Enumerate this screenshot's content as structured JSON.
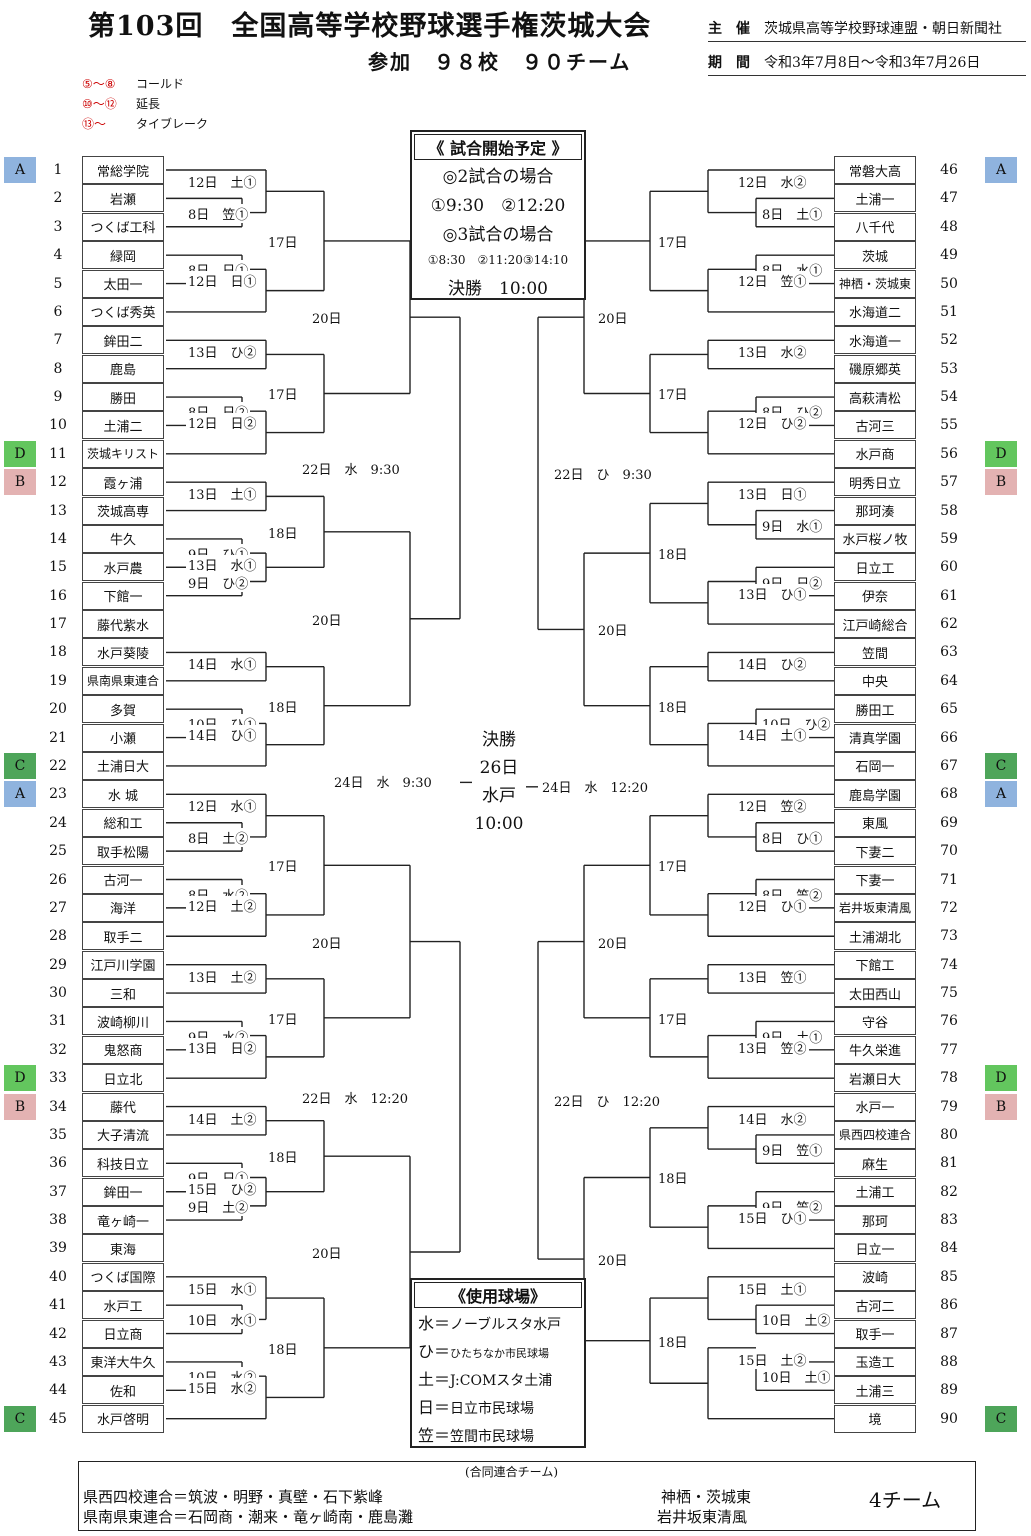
{
  "header": {
    "title": "第103回　全国高等学校野球選手権茨城大会",
    "subtitle": "参加　９８校　９０チーム",
    "organizer_label": "主　催",
    "organizer": "茨城県高等学校野球連盟・朝日新聞社",
    "period_label": "期　間",
    "period": "令和3年7月8日～令和3年7月26日"
  },
  "legend": [
    {
      "mark": "⑤～⑧",
      "text": "コールド"
    },
    {
      "mark": "⑩～⑫",
      "text": "延長"
    },
    {
      "mark": "⑬～",
      "text": "タイブレーク"
    }
  ],
  "schedule": {
    "title": "《 試合開始予定 》",
    "lines": [
      "◎2試合の場合",
      "①9:30　②12:20",
      "◎3試合の場合",
      "①8:30　②11:20③14:10",
      "決勝　10:00"
    ]
  },
  "final": {
    "lines": [
      "決勝",
      "26日",
      "水戸",
      "10:00"
    ]
  },
  "venues": {
    "title": "《使用球場》",
    "items": [
      {
        "key": "水＝",
        "name": "ノーブルスタ水戸"
      },
      {
        "key": "ひ＝",
        "name": "ひたちなか市民球場"
      },
      {
        "key": "土＝",
        "name": "J:COMスタ土浦"
      },
      {
        "key": "日＝",
        "name": "日立市民球場"
      },
      {
        "key": "笠＝",
        "name": "笠間市民球場"
      }
    ]
  },
  "footer": {
    "caption": "(合同連合チーム)",
    "line1": "県西四校連合＝筑波・明野・真壁・石下紫峰",
    "line2": "県南県東連合＝石岡商・潮来・竜ヶ崎南・鹿島灘",
    "right1": "神栖・茨城東",
    "right2": "岩井坂東清風",
    "count": "4チーム"
  },
  "left_teams": [
    {
      "n": "1",
      "name": "常総学院",
      "region": "A"
    },
    {
      "n": "2",
      "name": "岩瀬"
    },
    {
      "n": "3",
      "name": "つくば工科"
    },
    {
      "n": "4",
      "name": "緑岡"
    },
    {
      "n": "5",
      "name": "太田一"
    },
    {
      "n": "6",
      "name": "つくば秀英"
    },
    {
      "n": "7",
      "name": "鉾田二"
    },
    {
      "n": "8",
      "name": "鹿島"
    },
    {
      "n": "9",
      "name": "勝田"
    },
    {
      "n": "10",
      "name": "土浦二"
    },
    {
      "n": "11",
      "name": "茨城キリスト",
      "region": "D"
    },
    {
      "n": "12",
      "name": "霞ヶ浦",
      "region": "B"
    },
    {
      "n": "13",
      "name": "茨城高専"
    },
    {
      "n": "14",
      "name": "牛久"
    },
    {
      "n": "15",
      "name": "水戸農"
    },
    {
      "n": "16",
      "name": "下館一"
    },
    {
      "n": "17",
      "name": "藤代紫水"
    },
    {
      "n": "18",
      "name": "水戸葵陵"
    },
    {
      "n": "19",
      "name": "県南県東連合"
    },
    {
      "n": "20",
      "name": "多賀"
    },
    {
      "n": "21",
      "name": "小瀬"
    },
    {
      "n": "22",
      "name": "土浦日大",
      "region": "C"
    },
    {
      "n": "23",
      "name": "水 城",
      "region": "A"
    },
    {
      "n": "24",
      "name": "総和工"
    },
    {
      "n": "25",
      "name": "取手松陽"
    },
    {
      "n": "26",
      "name": "古河一"
    },
    {
      "n": "27",
      "name": "海洋"
    },
    {
      "n": "28",
      "name": "取手二"
    },
    {
      "n": "29",
      "name": "江戸川学園"
    },
    {
      "n": "30",
      "name": "三和"
    },
    {
      "n": "31",
      "name": "波崎柳川"
    },
    {
      "n": "32",
      "name": "鬼怒商"
    },
    {
      "n": "33",
      "name": "日立北",
      "region": "D"
    },
    {
      "n": "34",
      "name": "藤代",
      "region": "B"
    },
    {
      "n": "35",
      "name": "大子清流"
    },
    {
      "n": "36",
      "name": "科技日立"
    },
    {
      "n": "37",
      "name": "鉾田一"
    },
    {
      "n": "38",
      "name": "竜ヶ崎一"
    },
    {
      "n": "39",
      "name": "東海"
    },
    {
      "n": "40",
      "name": "つくば国際"
    },
    {
      "n": "41",
      "name": "水戸工"
    },
    {
      "n": "42",
      "name": "日立商"
    },
    {
      "n": "43",
      "name": "東洋大牛久"
    },
    {
      "n": "44",
      "name": "佐和"
    },
    {
      "n": "45",
      "name": "水戸啓明",
      "region": "C"
    }
  ],
  "right_teams": [
    {
      "n": "46",
      "name": "常磐大高",
      "region": "A"
    },
    {
      "n": "47",
      "name": "土浦一"
    },
    {
      "n": "48",
      "name": "八千代"
    },
    {
      "n": "49",
      "name": "茨城"
    },
    {
      "n": "50",
      "name": "神栖・茨城東"
    },
    {
      "n": "51",
      "name": "水海道二"
    },
    {
      "n": "52",
      "name": "水海道一"
    },
    {
      "n": "53",
      "name": "磯原郷英"
    },
    {
      "n": "54",
      "name": "高萩清松"
    },
    {
      "n": "55",
      "name": "古河三"
    },
    {
      "n": "56",
      "name": "水戸商",
      "region": "D"
    },
    {
      "n": "57",
      "name": "明秀日立",
      "region": "B"
    },
    {
      "n": "58",
      "name": "那珂湊"
    },
    {
      "n": "59",
      "name": "水戸桜ノ牧"
    },
    {
      "n": "60",
      "name": "日立工"
    },
    {
      "n": "61",
      "name": "伊奈"
    },
    {
      "n": "62",
      "name": "江戸崎総合"
    },
    {
      "n": "63",
      "name": "笠間"
    },
    {
      "n": "64",
      "name": "中央"
    },
    {
      "n": "65",
      "name": "勝田工"
    },
    {
      "n": "66",
      "name": "清真学園"
    },
    {
      "n": "67",
      "name": "石岡一",
      "region": "C"
    },
    {
      "n": "68",
      "name": "鹿島学園",
      "region": "A"
    },
    {
      "n": "69",
      "name": "東風"
    },
    {
      "n": "70",
      "name": "下妻二"
    },
    {
      "n": "71",
      "name": "下妻一"
    },
    {
      "n": "72",
      "name": "岩井坂東清風"
    },
    {
      "n": "73",
      "name": "土浦湖北"
    },
    {
      "n": "74",
      "name": "下館工"
    },
    {
      "n": "75",
      "name": "太田西山"
    },
    {
      "n": "76",
      "name": "守谷"
    },
    {
      "n": "77",
      "name": "牛久栄進"
    },
    {
      "n": "78",
      "name": "岩瀬日大",
      "region": "D"
    },
    {
      "n": "79",
      "name": "水戸一",
      "region": "B"
    },
    {
      "n": "80",
      "name": "県西四校連合"
    },
    {
      "n": "81",
      "name": "麻生"
    },
    {
      "n": "82",
      "name": "土浦工"
    },
    {
      "n": "83",
      "name": "那珂"
    },
    {
      "n": "84",
      "name": "日立一"
    },
    {
      "n": "85",
      "name": "波崎"
    },
    {
      "n": "86",
      "name": "古河二"
    },
    {
      "n": "87",
      "name": "取手一"
    },
    {
      "n": "88",
      "name": "玉造工"
    },
    {
      "n": "89",
      "name": "土浦三"
    },
    {
      "n": "90",
      "name": "境",
      "region": "C"
    }
  ],
  "left_r1": [
    {
      "s": 2,
      "t": 3,
      "label": "8日　笠①"
    },
    {
      "s": 4,
      "t": 5,
      "label": "8日　日①"
    },
    {
      "s": 9,
      "t": 10,
      "label": "8日　日②"
    },
    {
      "s": 14,
      "t": 15,
      "label": "9日　ひ①"
    },
    {
      "s": 15,
      "t": 16,
      "label": "9日　ひ②"
    },
    {
      "s": 20,
      "t": 21,
      "label": "10日　ひ①"
    },
    {
      "s": 24,
      "t": 25,
      "label": "8日　土②"
    },
    {
      "s": 26,
      "t": 27,
      "label": "8日　水②"
    },
    {
      "s": 31,
      "t": 32,
      "label": "9日　水②"
    },
    {
      "s": 36,
      "t": 37,
      "label": "9日　日①"
    },
    {
      "s": 37,
      "t": 38,
      "label": "9日　土②"
    },
    {
      "s": 41,
      "t": 42,
      "label": "10日　水①"
    },
    {
      "s": 43,
      "t": 44,
      "label": "10日　水②"
    }
  ],
  "left_r2": [
    {
      "s": 1,
      "t": 2.5,
      "label": "12日　土①"
    },
    {
      "s": 4.5,
      "t": 6,
      "label": "12日　日①"
    },
    {
      "s": 7,
      "t": 8,
      "label": "13日　ひ②"
    },
    {
      "s": 9.5,
      "t": 11,
      "label": "12日　日②"
    },
    {
      "s": 12,
      "t": 13,
      "label": "13日　土①"
    },
    {
      "s": 14.5,
      "t": 15.5,
      "label": "13日　水①"
    },
    {
      "s": 18,
      "t": 19,
      "label": "14日　水①"
    },
    {
      "s": 20.5,
      "t": 22,
      "label": "14日　ひ①"
    },
    {
      "s": 23,
      "t": 24.5,
      "label": "12日　水①"
    },
    {
      "s": 26.5,
      "t": 28,
      "label": "12日　土②"
    },
    {
      "s": 29,
      "t": 30,
      "label": "13日　土②"
    },
    {
      "s": 31.5,
      "t": 33,
      "label": "13日　日②"
    },
    {
      "s": 34,
      "t": 35,
      "label": "14日　土②"
    },
    {
      "s": 36.5,
      "t": 37.5,
      "label": "15日　ひ②"
    },
    {
      "s": 40,
      "t": 41.5,
      "label": "15日　水①"
    },
    {
      "s": 43.5,
      "t": 45,
      "label": "15日　水②"
    }
  ],
  "right_r1": [
    {
      "s": 47,
      "t": 48,
      "label": "8日　土①"
    },
    {
      "s": 49,
      "t": 50,
      "label": "8日　水①"
    },
    {
      "s": 54,
      "t": 55,
      "label": "8日　ひ②"
    },
    {
      "s": 58,
      "t": 59,
      "label": "9日　水①"
    },
    {
      "s": 60,
      "t": 61,
      "label": "9日　日②"
    },
    {
      "s": 65,
      "t": 66,
      "label": "10日　ひ②"
    },
    {
      "s": 69,
      "t": 70,
      "label": "8日　ひ①"
    },
    {
      "s": 71,
      "t": 72,
      "label": "8日　笠②"
    },
    {
      "s": 76,
      "t": 77,
      "label": "9日　土①"
    },
    {
      "s": 80,
      "t": 81,
      "label": "9日　笠①"
    },
    {
      "s": 82,
      "t": 83,
      "label": "9日　笠②"
    },
    {
      "s": 86,
      "t": 87,
      "label": "10日　土②"
    },
    {
      "s": 88,
      "t": 89,
      "label": "10日　土①"
    }
  ],
  "right_r2": [
    {
      "s": 46,
      "t": 47.5,
      "label": "12日　水②"
    },
    {
      "s": 49.5,
      "t": 51,
      "label": "12日　笠①"
    },
    {
      "s": 52,
      "t": 53,
      "label": "13日　水②"
    },
    {
      "s": 54.5,
      "t": 56,
      "label": "12日　ひ②"
    },
    {
      "s": 57,
      "t": 58.5,
      "label": "13日　日①"
    },
    {
      "s": 60.5,
      "t": 62,
      "label": "13日　ひ①"
    },
    {
      "s": 63,
      "t": 64,
      "label": "14日　ひ②"
    },
    {
      "s": 65.5,
      "t": 67,
      "label": "14日　土①"
    },
    {
      "s": 68,
      "t": 69.5,
      "label": "12日　笠②"
    },
    {
      "s": 71.5,
      "t": 73,
      "label": "12日　ひ①"
    },
    {
      "s": 74,
      "t": 75,
      "label": "13日　笠①"
    },
    {
      "s": 76.5,
      "t": 78,
      "label": "13日　笠②"
    },
    {
      "s": 79,
      "t": 80.5,
      "label": "14日　水②"
    },
    {
      "s": 82.5,
      "t": 84,
      "label": "15日　ひ①"
    },
    {
      "s": 85,
      "t": 86.5,
      "label": "15日　土①"
    },
    {
      "s": 87.5,
      "t": 90,
      "label": "15日　土②"
    }
  ],
  "left_r3_labels": [
    "17日",
    "17日",
    "18日",
    "18日",
    "17日",
    "17日",
    "18日",
    "18日"
  ],
  "left_r4_labels": [
    "20日",
    "20日",
    "20日",
    "20日"
  ],
  "left_r5_labels": [
    "22日　水　9:30",
    "22日　水　12:20"
  ],
  "left_r6_label": "24日　水　9:30",
  "right_r3_labels": [
    "17日",
    "17日",
    "18日",
    "18日",
    "17日",
    "17日",
    "18日",
    "18日"
  ],
  "right_r4_labels": [
    "20日",
    "20日",
    "20日",
    "20日"
  ],
  "right_r5_labels": [
    "22日　ひ　9:30",
    "22日　ひ　12:20"
  ],
  "right_r6_label": "24日　水　12:20",
  "colors": {
    "A": "#8fb3de",
    "B": "#e3b2b2",
    "C": "#4ea55a",
    "D": "#63c65e",
    "legend_mark": "#cc0000"
  }
}
